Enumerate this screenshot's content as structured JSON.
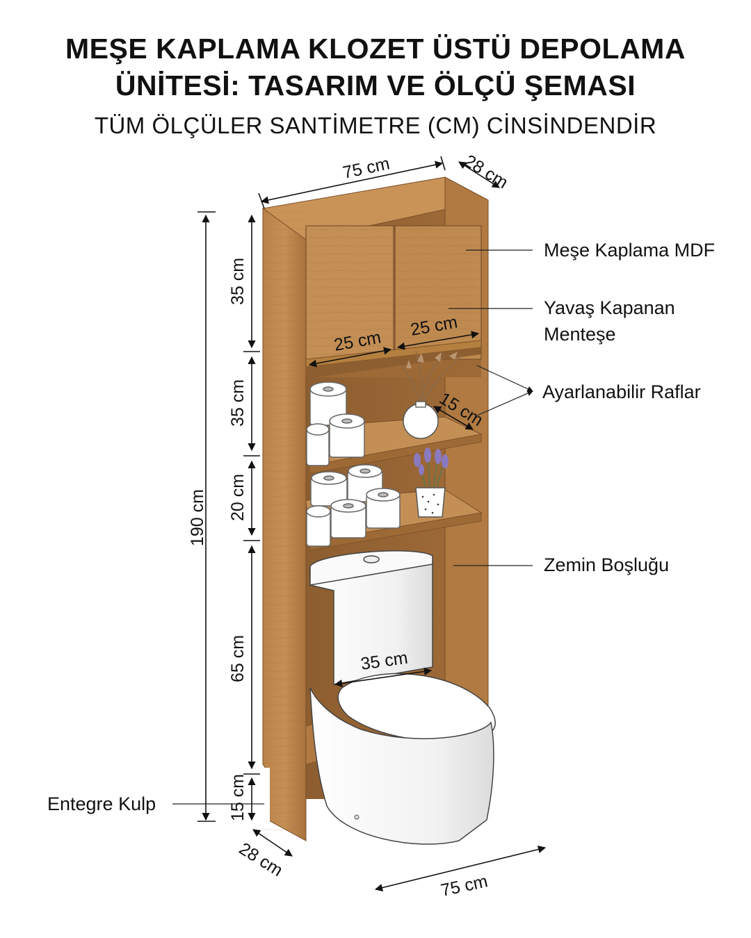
{
  "title_line1": "MEŞE KAPLAMA KLOZET ÜSTÜ DEPOLAMA",
  "title_line2": "ÜNİTESİ: TASARIM VE ÖLÇÜ ŞEMASI",
  "subtitle": "TÜM ÖLÇÜLER SANTİMETRE (CM) CİNSİNDENDİR",
  "callouts": {
    "material": "Meşe Kaplama MDF",
    "hinge_line1": "Yavaş Kapanan",
    "hinge_line2": "Menteşe",
    "shelves": "Ayarlanabilir Raflar",
    "clearance": "Zemin Boşluğu",
    "handle": "Entegre Kulp"
  },
  "dimensions": {
    "top_width": "75 cm",
    "top_depth": "28 cm",
    "total_height": "190 cm",
    "section_upper": "35 cm",
    "section_middle": "35 cm",
    "section_lower": "20 cm",
    "section_toilet": "65 cm",
    "section_base": "15 cm",
    "door_left_width": "25 cm",
    "door_right_width": "25 cm",
    "shelf_depth": "15 cm",
    "toilet_width": "35 cm",
    "bottom_depth": "28 cm",
    "bottom_width": "75 cm"
  },
  "colors": {
    "oak": "#b07a42",
    "oak_dark": "#8d5e30",
    "oak_light": "#c48f55",
    "background": "#ffffff",
    "ink": "#111111"
  }
}
